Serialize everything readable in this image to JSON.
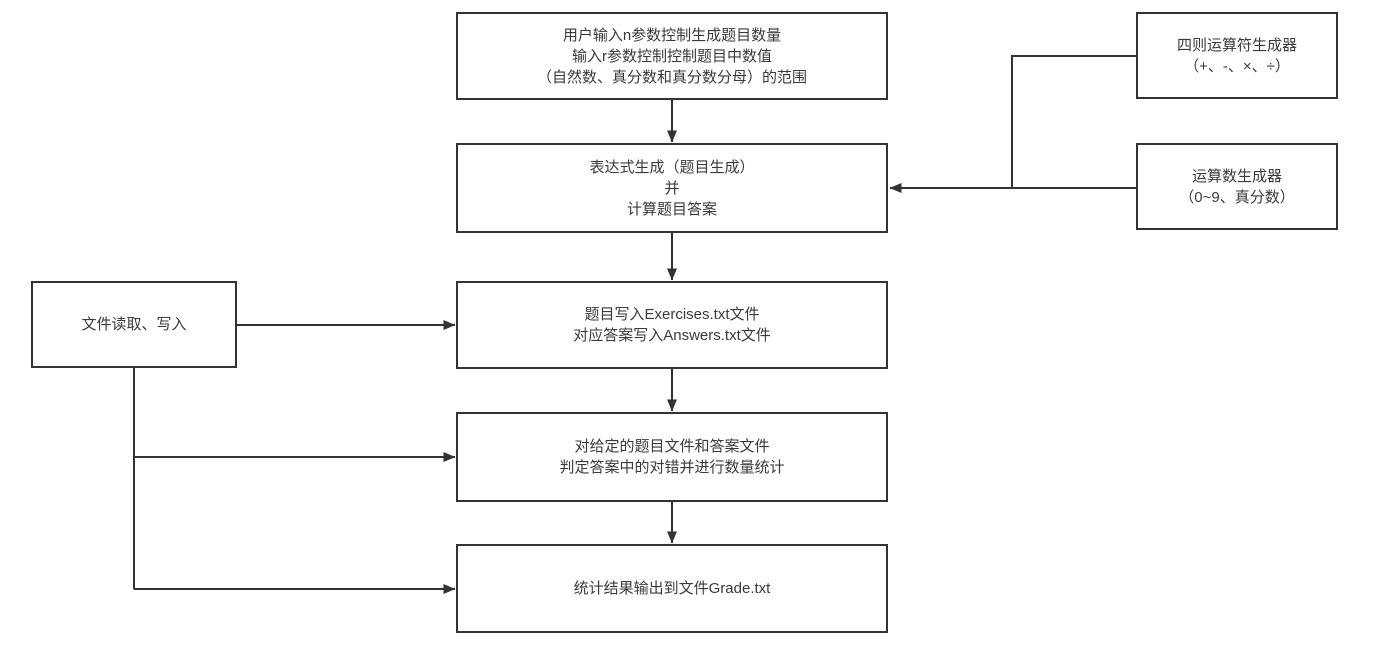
{
  "colors": {
    "line": "#333333",
    "text": "#3a3a3a",
    "box_background": "#ffffff",
    "page_background": "#ffffff"
  },
  "boxes": {
    "input_params": {
      "lines": [
        "用户输入n参数控制生成题目数量",
        "输入r参数控制控制题目中数值",
        "（自然数、真分数和真分数分母）的范围"
      ]
    },
    "expression_generation": {
      "lines": [
        "表达式生成（题目生成）",
        "并",
        "计算题目答案"
      ]
    },
    "operator_generator": {
      "lines": [
        "四则运算符生成器",
        "（+、-、×、÷）"
      ]
    },
    "operand_generator": {
      "lines": [
        "运算数生成器",
        "（0~9、真分数）"
      ]
    },
    "file_io": {
      "lines": [
        "文件读取、写入"
      ]
    },
    "write_files": {
      "lines": [
        "题目写入Exercises.txt文件",
        "对应答案写入Answers.txt文件"
      ]
    },
    "judge_answers": {
      "lines": [
        "对给定的题目文件和答案文件",
        "判定答案中的对错并进行数量统计"
      ]
    },
    "grade_output": {
      "lines": [
        "统计结果输出到文件Grade.txt"
      ]
    }
  }
}
